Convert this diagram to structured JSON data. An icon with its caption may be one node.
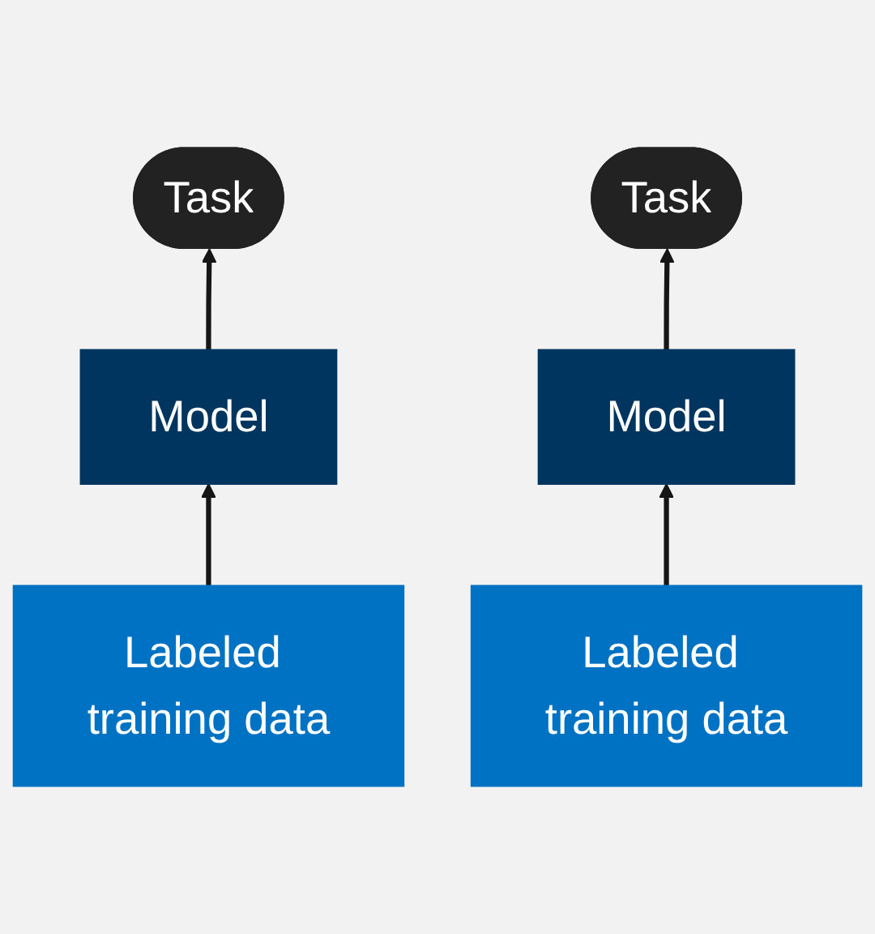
{
  "diagram": {
    "nodes": [
      {
        "text": [
          "Task"
        ]
      },
      {
        "text": [
          "Task"
        ]
      },
      {
        "text": [
          "Model"
        ]
      },
      {
        "text": [
          "Model"
        ]
      },
      {
        "text": [
          "Labeled training data"
        ]
      },
      {
        "text": [
          "Labeled training data"
        ]
      }
    ],
    "edges": [
      {
        "from": 4,
        "to": 2,
        "arrow": "to"
      },
      {
        "from": 2,
        "to": 0,
        "arrow": "to"
      },
      {
        "from": 5,
        "to": 3,
        "arrow": "to"
      },
      {
        "from": 3,
        "to": 1,
        "arrow": "to"
      }
    ]
  }
}
